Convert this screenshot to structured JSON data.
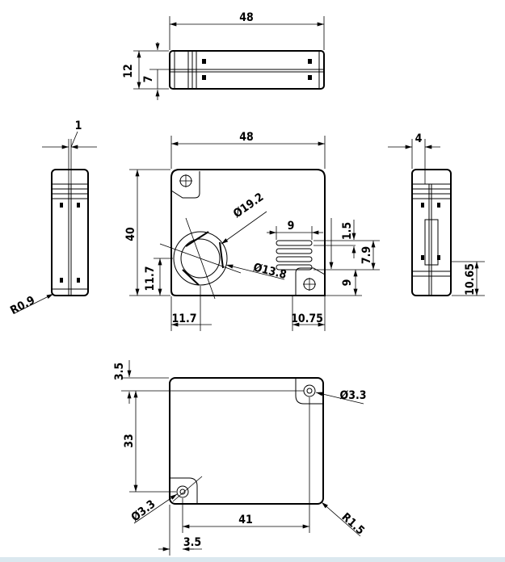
{
  "drawing": {
    "top_view": {
      "width_label": "48",
      "height_label": "12",
      "inner_label": "7"
    },
    "left_view": {
      "wall_label": "1",
      "radius_label": "R0.9"
    },
    "front_view": {
      "width_label": "48",
      "height_label": "40",
      "outer_dia_label": "Ø19.2",
      "inner_dia_label": "Ø13.8",
      "circle_x_label": "11.7",
      "circle_y_label": "11.7",
      "slot_w_label": "9",
      "slot_gap_label": "1.5",
      "slot_h_label": "7.9",
      "slot_y_label": "9",
      "hole_x_label": "10.75"
    },
    "right_view": {
      "width_label": "4",
      "height_label": "10.65"
    },
    "bottom_view": {
      "offset_top_label": "3.5",
      "height_label": "33",
      "width_label": "41",
      "offset_x_label": "3.5",
      "hole_dia_top_label": "Ø3.3",
      "hole_dia_bottom_label": "Ø3.3",
      "corner_radius_label": "R1.5"
    }
  }
}
